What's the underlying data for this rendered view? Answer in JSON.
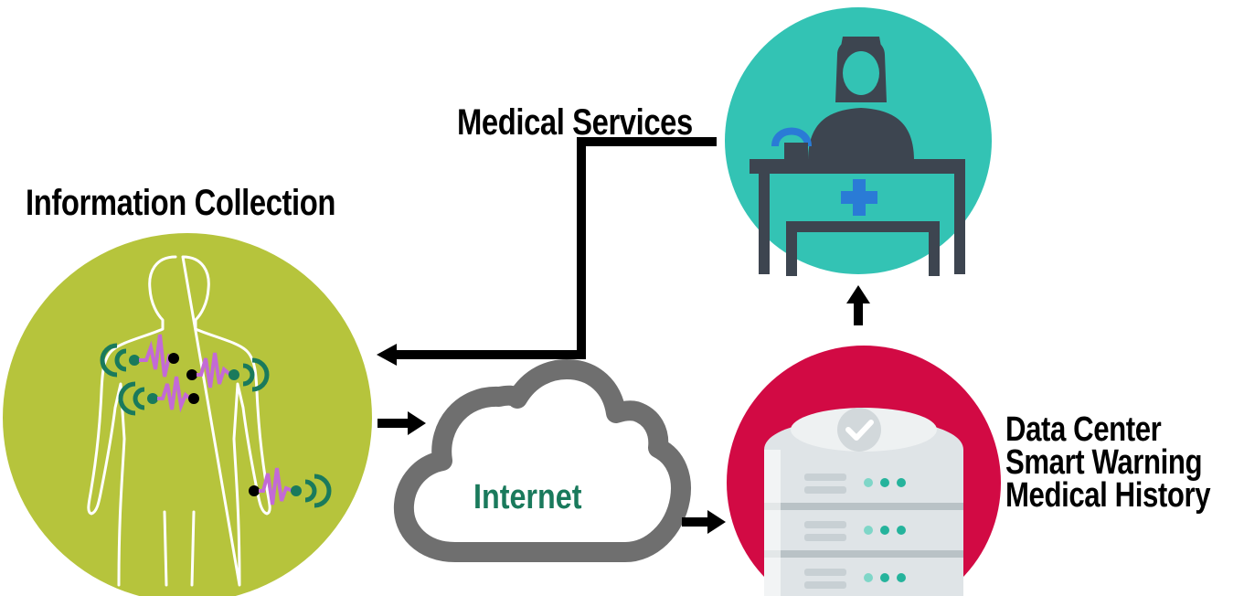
{
  "labels": {
    "information_collection": "Information Collection",
    "medical_services": "Medical Services",
    "internet": "Internet",
    "data_center_lines": [
      "Data Center",
      "Smart Warning",
      "Medical History"
    ]
  },
  "colors": {
    "body_circle": "#b6c43c",
    "medical_circle": "#33c3b4",
    "datacenter_circle": "#d20a44",
    "cloud_stroke": "#6f6f6f",
    "internet_text": "#1a7a5c",
    "sensor_wave": "#1a7a5c",
    "pulse": "#c36ad6",
    "desk_dark": "#3d4550",
    "cross": "#2a7bd6",
    "server_body": "#dfe4e7",
    "server_dots": "#25b39c"
  },
  "icons": {
    "body": "human-body-icon",
    "sensor": "wireless-sensor-icon",
    "cloud": "cloud-icon",
    "server": "server-database-icon",
    "receptionist": "receptionist-desk-icon",
    "checkmark": "checkmark-icon"
  }
}
